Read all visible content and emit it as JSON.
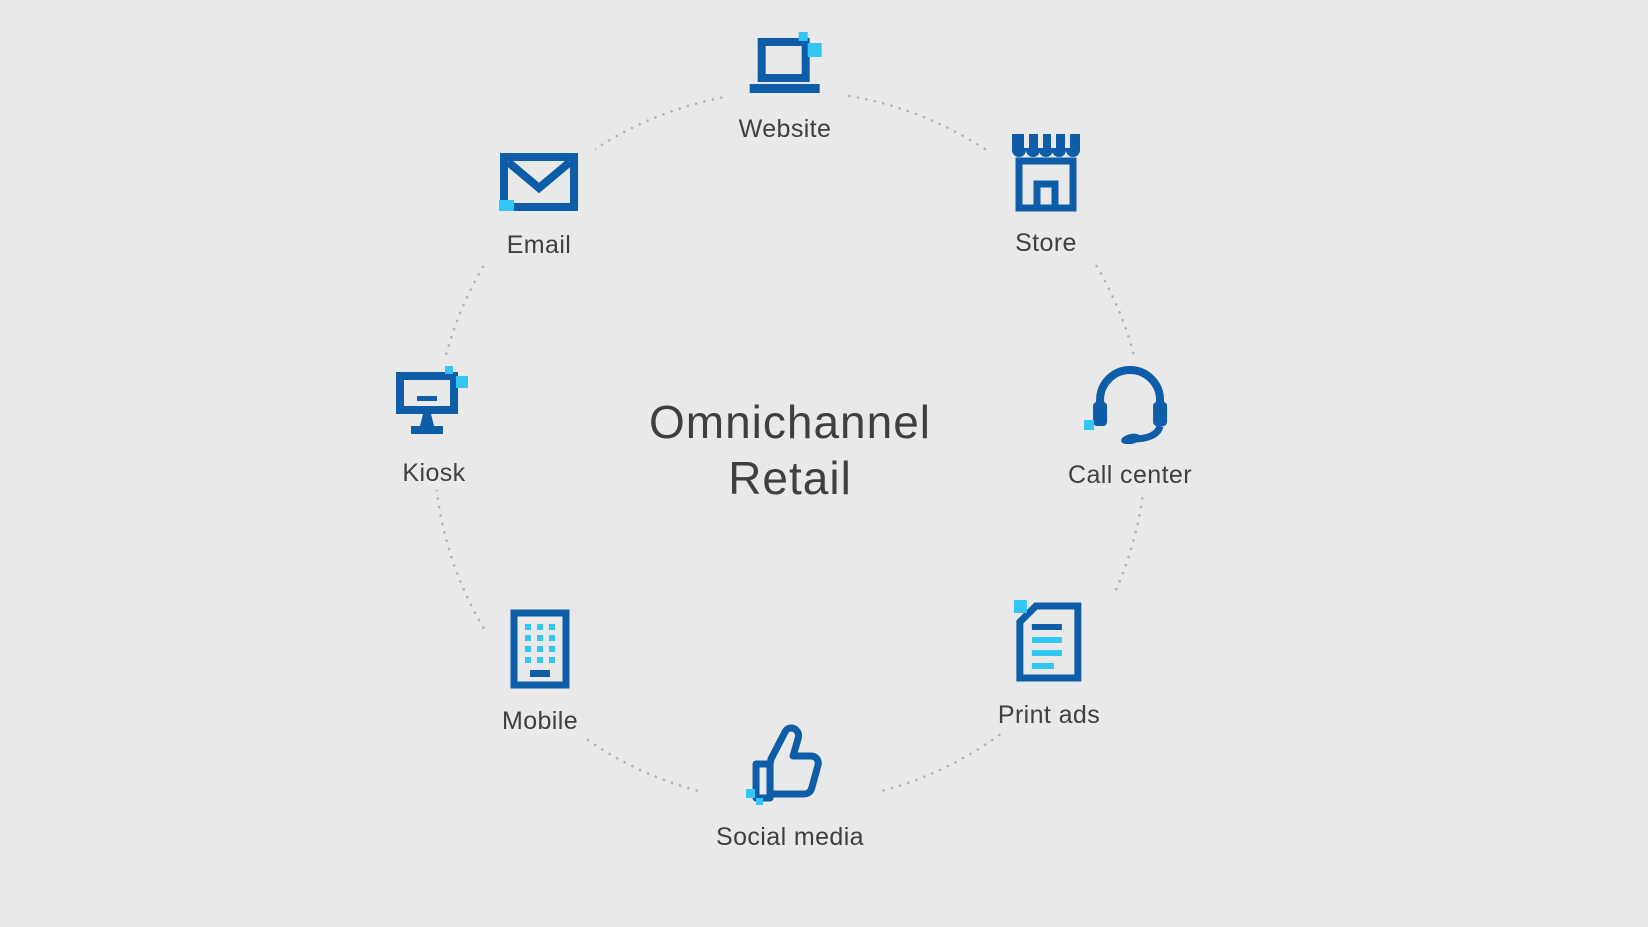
{
  "title": {
    "line1": "Omnichannel",
    "line2": "Retail"
  },
  "nodes": [
    {
      "id": "website",
      "label": "Website",
      "icon": "laptop-icon"
    },
    {
      "id": "store",
      "label": "Store",
      "icon": "storefront-icon"
    },
    {
      "id": "call-center",
      "label": "Call center",
      "icon": "headset-icon"
    },
    {
      "id": "print-ads",
      "label": "Print ads",
      "icon": "document-lines-icon"
    },
    {
      "id": "social-media",
      "label": "Social media",
      "icon": "thumbs-up-icon"
    },
    {
      "id": "mobile",
      "label": "Mobile",
      "icon": "smartphone-icon"
    },
    {
      "id": "kiosk",
      "label": "Kiosk",
      "icon": "kiosk-monitor-icon"
    },
    {
      "id": "email",
      "label": "Email",
      "icon": "envelope-icon"
    }
  ],
  "colors": {
    "background": "#e9e9e9",
    "primary_blue": "#0d5da9",
    "accent_cyan": "#33c5f3",
    "dotted_circle": "#b0b0b0",
    "text": "#3f3f3f"
  }
}
